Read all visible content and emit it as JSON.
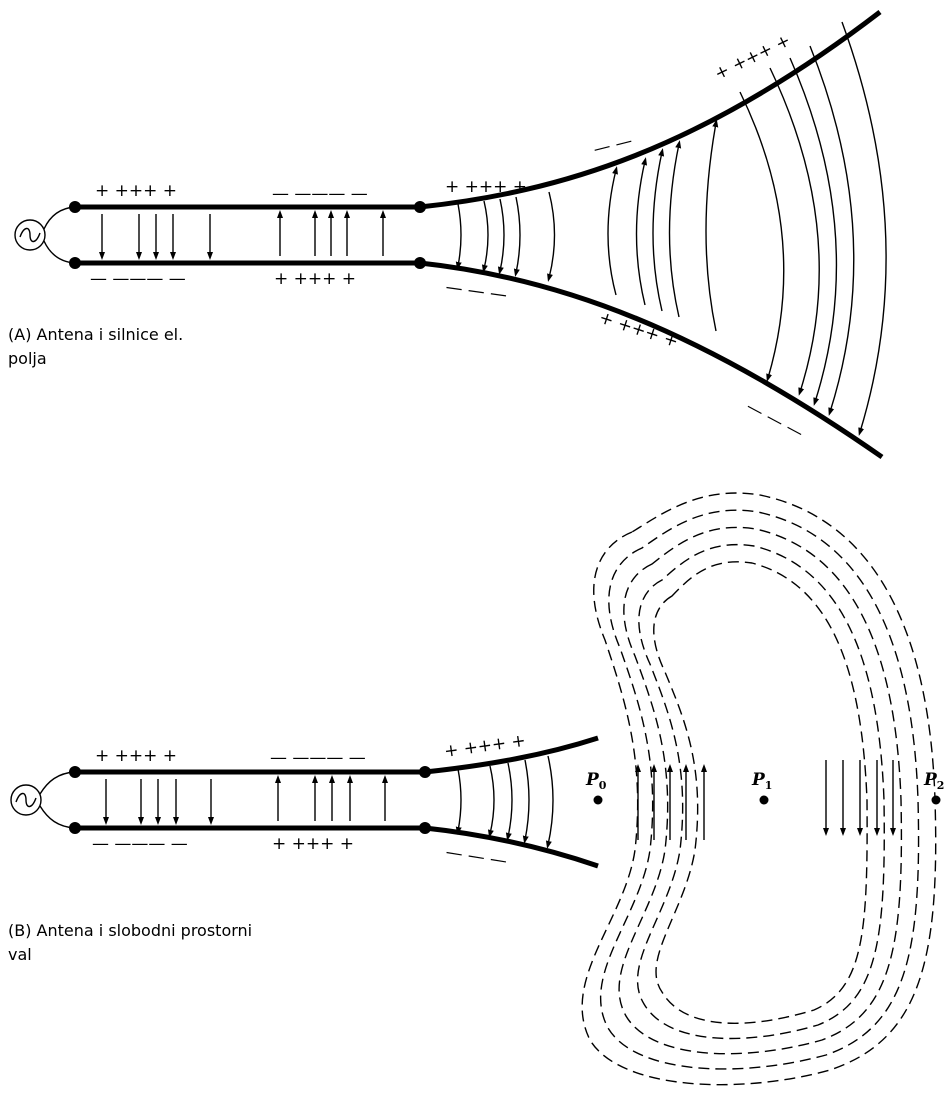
{
  "figure_a": {
    "caption_line1": "(A) Antena i silnice el.",
    "caption_line2": "polja",
    "source_icon": "ac-source-icon"
  },
  "figure_b": {
    "caption_line1": "(B) Antena i slobodni prostorni",
    "caption_line2": "val",
    "source_icon": "ac-source-icon",
    "points": [
      {
        "label": "P",
        "sub": "0"
      },
      {
        "label": "P",
        "sub": "1"
      },
      {
        "label": "P",
        "sub": "2"
      }
    ]
  },
  "signs": {
    "top_left": "+  +++  +",
    "bottom_left": "—  ———  —",
    "top_mid": "—  ———  —",
    "bottom_mid": "+  +++  +",
    "flare_top": "+ +++ +",
    "flare_bottom": "— — —",
    "flare_outer_top": "— —",
    "flare_outer_bottom": "+ +++ +",
    "far_top": "+ +++ +",
    "far_bottom": "— — —"
  }
}
